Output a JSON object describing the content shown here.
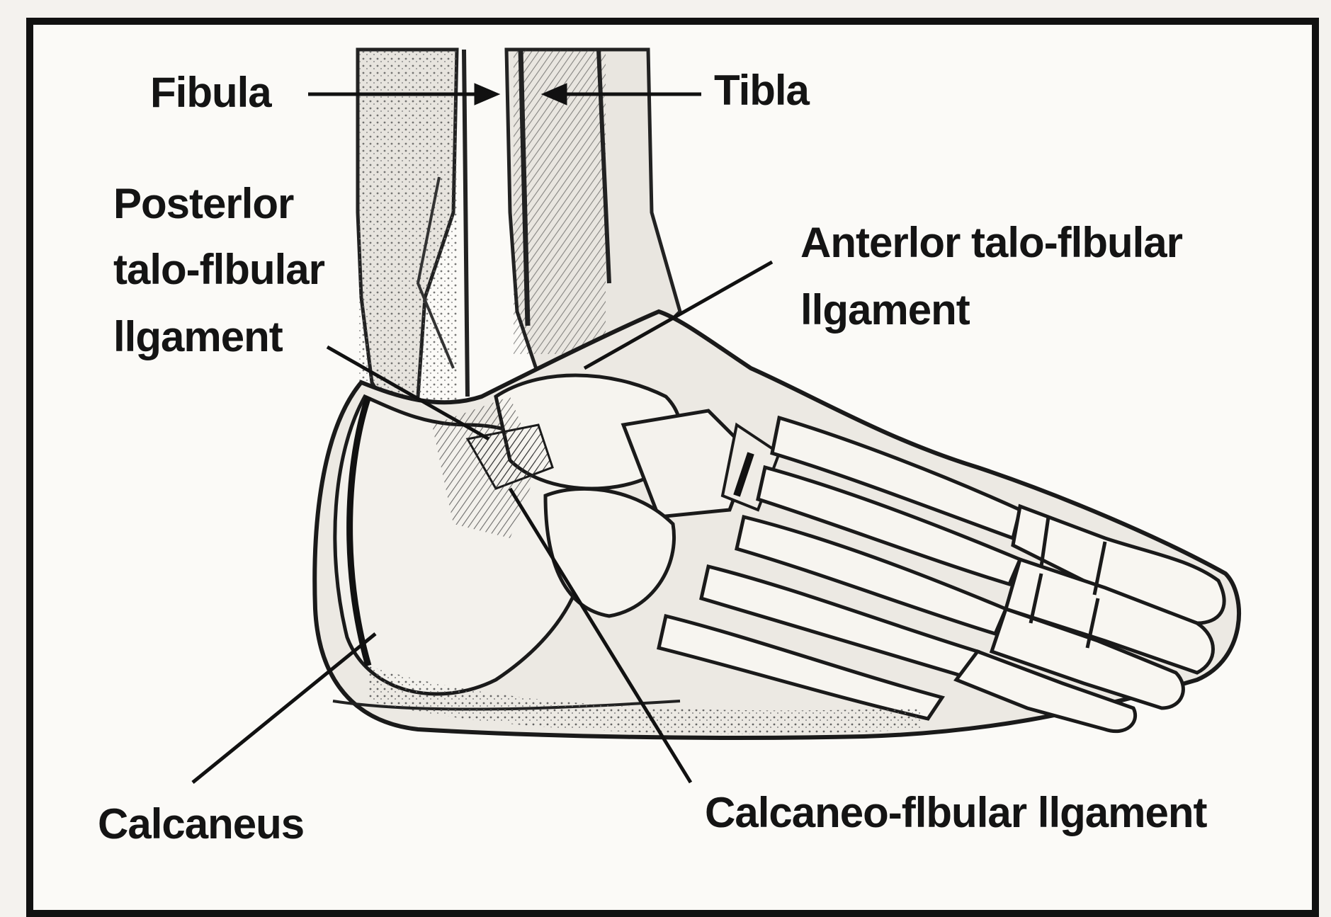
{
  "labels": {
    "fibula": "Fibula",
    "tibia": "Tibla",
    "posterior_line1": "Posterlor",
    "posterior_line2": "talo-flbular",
    "posterior_line3": "llgament",
    "anterior_line1": "Anterlor talo-flbular",
    "anterior_line2": "llgament",
    "calcaneus": "Calcaneus",
    "calcaneo_fibular": "Calcaneo-flbular llgament"
  },
  "colors": {
    "paper": "#f4f2ee",
    "ink": "#141414",
    "frame": "#111111"
  }
}
